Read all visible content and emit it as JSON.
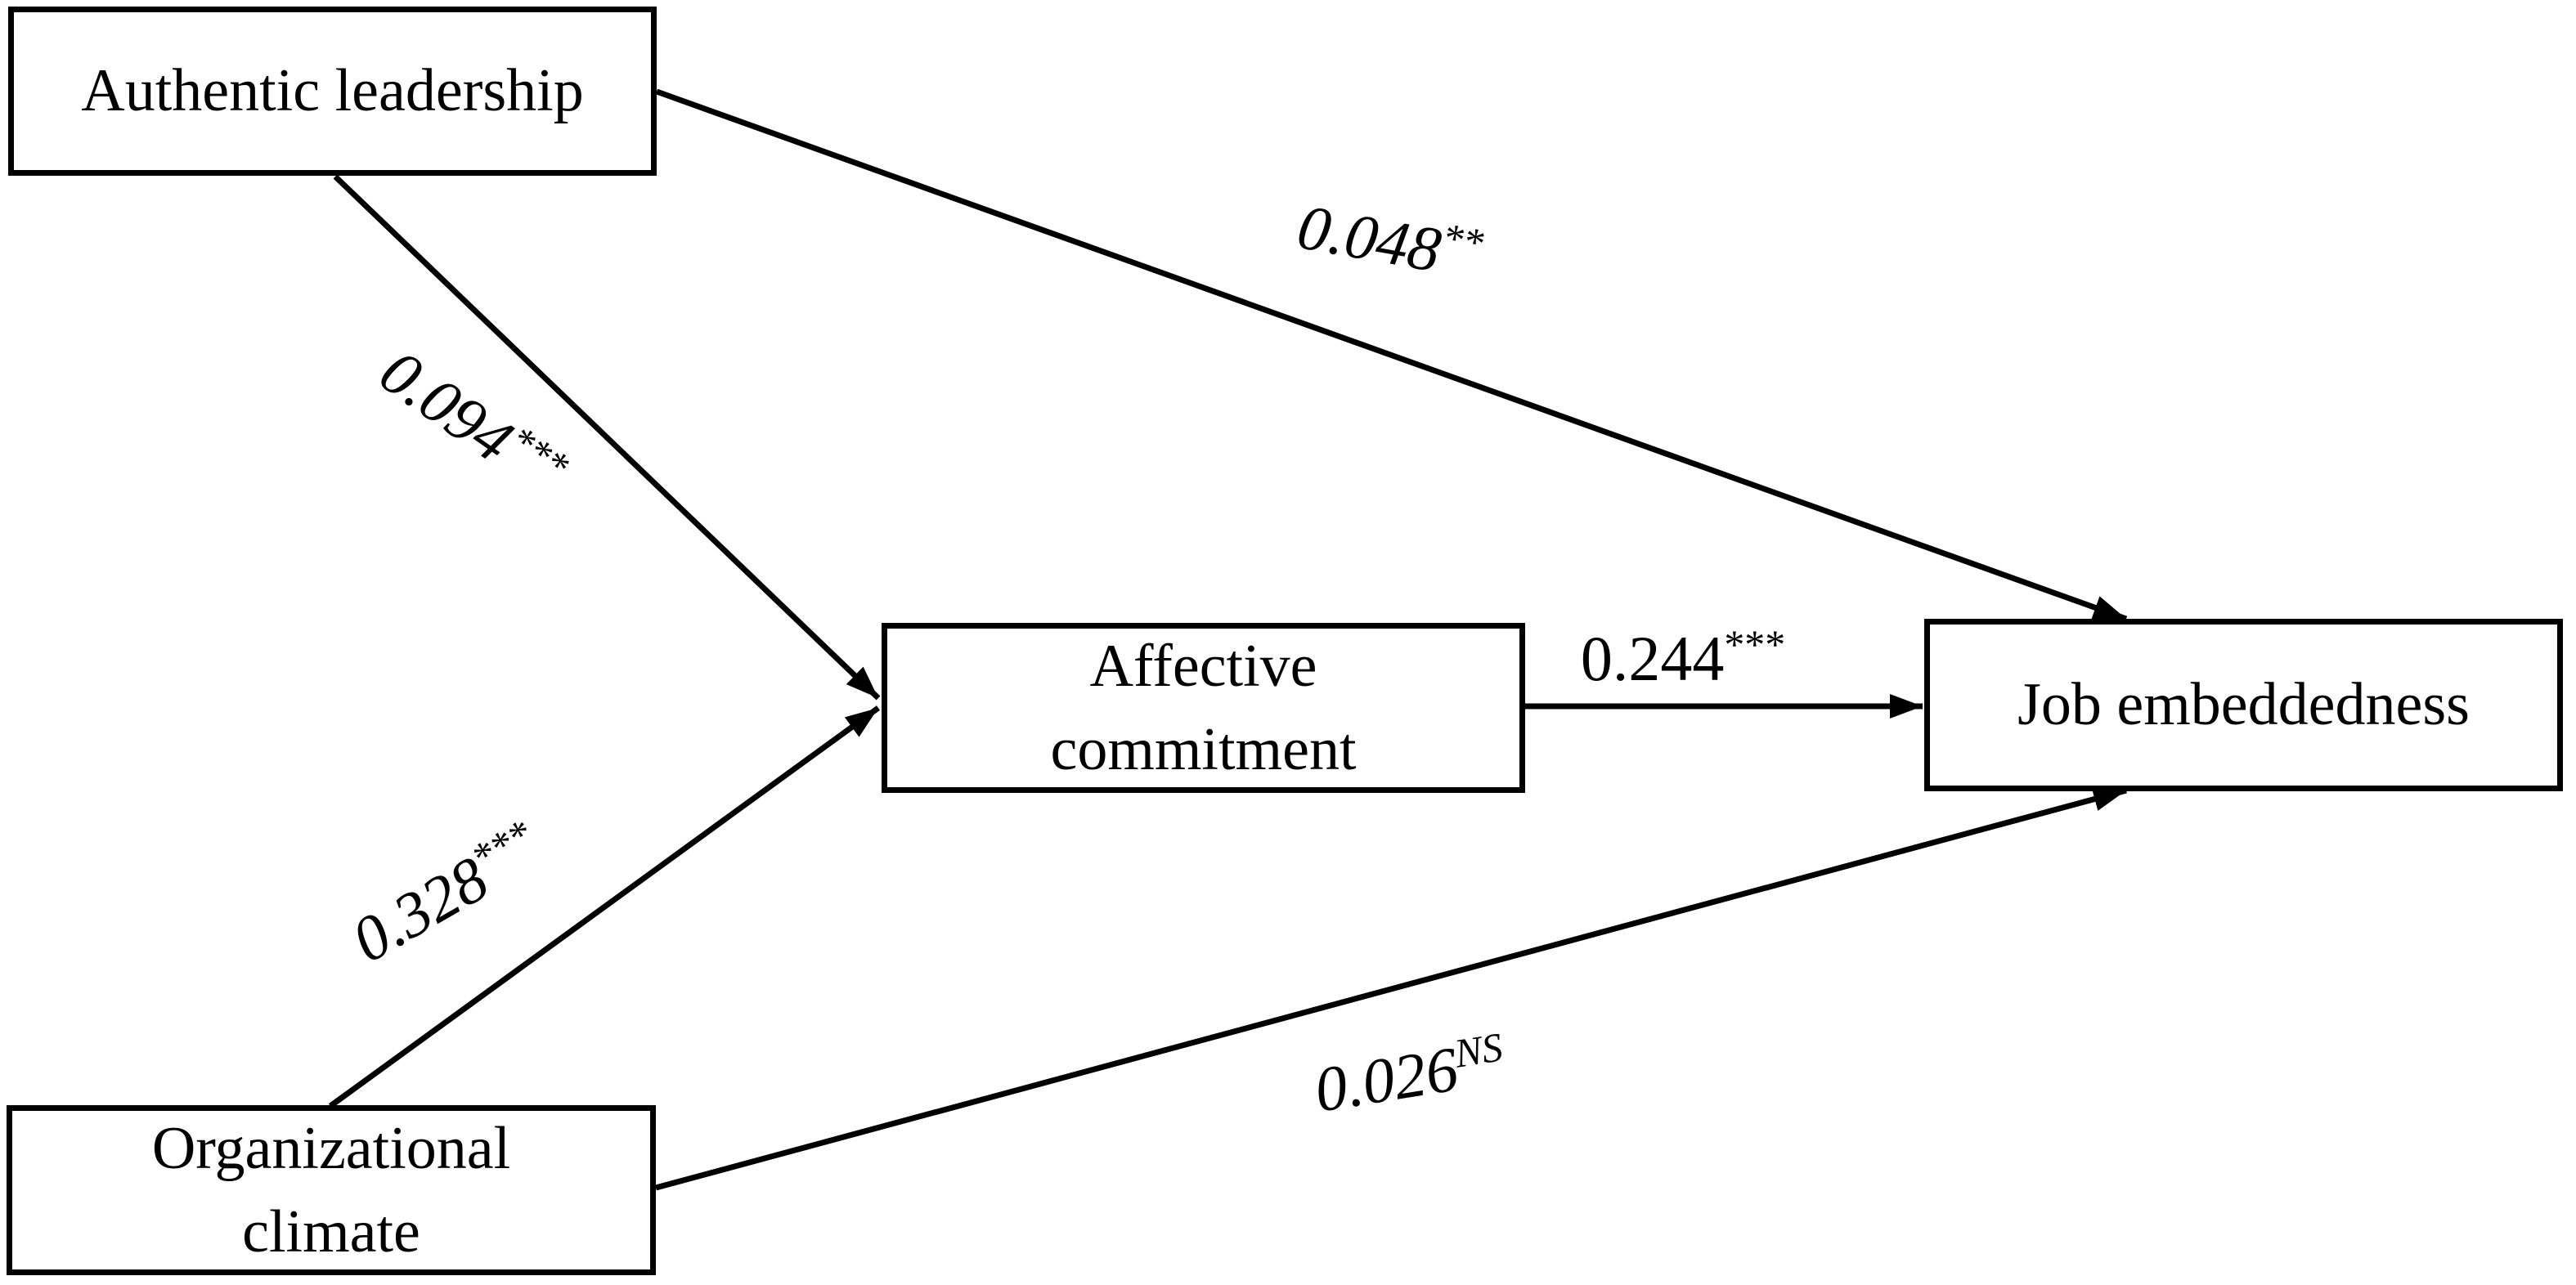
{
  "figure": {
    "background_color": "#ffffff",
    "ink_color": "#000000"
  },
  "nodes": [
    {
      "id": "authentic-leadership",
      "label": "Authentic leadership"
    },
    {
      "id": "organizational-climate",
      "label": "Organizational climate"
    },
    {
      "id": "affective-commitment",
      "label": "Affective commitment"
    },
    {
      "id": "job-embeddedness",
      "label": "Job embeddedness"
    }
  ],
  "paths": [
    {
      "from": "Authentic leadership",
      "to": "Affective commitment",
      "coefficient": "0.094",
      "significance": "***"
    },
    {
      "from": "Organizational climate",
      "to": "Affective commitment",
      "coefficient": "0.328",
      "significance": "***"
    },
    {
      "from": "Authentic leadership",
      "to": "Job embeddedness",
      "coefficient": "0.048",
      "significance": "**"
    },
    {
      "from": "Organizational climate",
      "to": "Job embeddedness",
      "coefficient": "0.026",
      "significance": "NS"
    },
    {
      "from": "Affective commitment",
      "to": "Job embeddedness",
      "coefficient": "0.244",
      "significance": "***"
    }
  ]
}
